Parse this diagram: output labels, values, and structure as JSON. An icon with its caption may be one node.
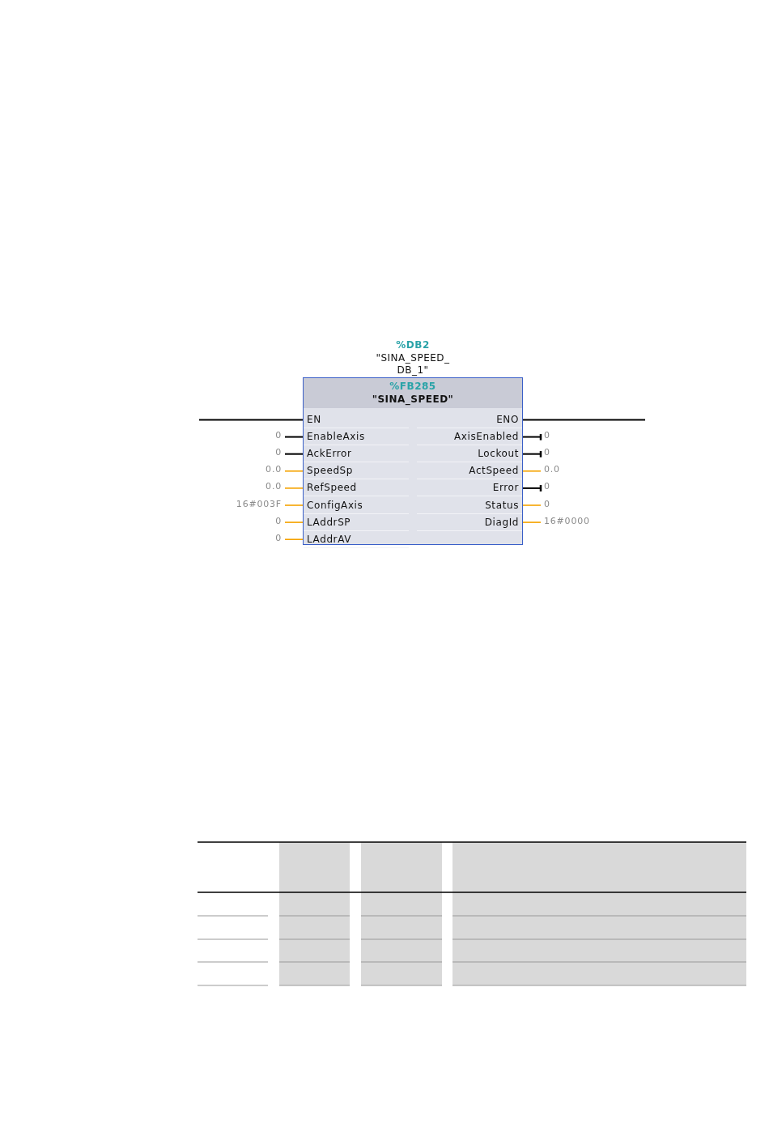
{
  "diagram": {
    "nodes": [
      {
        "text": [
          "%DB2",
          "\"SINA_SPEED_ DB_1\"",
          "%FB285",
          "\"SINA_SPEED\""
        ]
      },
      {
        "text": [
          "EN"
        ],
        "in": 0
      },
      {
        "text": [
          "ENO"
        ],
        "in": 0
      },
      {
        "text": [
          "0"
        ]
      },
      {
        "text": [
          "EnableAxis"
        ],
        "in": 0
      },
      {
        "text": [
          "AxisEnabled"
        ],
        "in": 0
      },
      {
        "text": [
          "0"
        ]
      },
      {
        "text": [
          "0"
        ]
      },
      {
        "text": [
          "AckError"
        ],
        "in": 0
      },
      {
        "text": [
          "Lockout"
        ],
        "in": 0
      },
      {
        "text": [
          "0"
        ]
      },
      {
        "text": [
          "0.0"
        ]
      },
      {
        "text": [
          "SpeedSp"
        ],
        "in": 0
      },
      {
        "text": [
          "ActSpeed"
        ],
        "in": 0
      },
      {
        "text": [
          "0.0"
        ]
      },
      {
        "text": [
          "0.0"
        ]
      },
      {
        "text": [
          "RefSpeed"
        ],
        "in": 0
      },
      {
        "text": [
          "Error"
        ],
        "in": 0
      },
      {
        "text": [
          "0"
        ]
      },
      {
        "text": [
          "16#003F"
        ]
      },
      {
        "text": [
          "ConfigAxis"
        ],
        "in": 0
      },
      {
        "text": [
          "Status"
        ],
        "in": 0
      },
      {
        "text": [
          "0"
        ]
      },
      {
        "text": [
          "0"
        ]
      },
      {
        "text": [
          "LAddrSP"
        ],
        "in": 0
      },
      {
        "text": [
          "DiagId"
        ],
        "in": 0
      },
      {
        "text": [
          "16#0000"
        ]
      },
      {
        "text": [
          "0"
        ]
      },
      {
        "text": [
          "LAddrAV"
        ],
        "in": 0
      }
    ],
    "edges": [
      {
        "from": null,
        "to": 1,
        "arrow": "none",
        "color": "#000000"
      },
      {
        "from": 2,
        "to": null,
        "arrow": "none",
        "color": "#000000"
      },
      {
        "from": 3,
        "to": 4,
        "arrow": "none",
        "color": "#000000"
      },
      {
        "from": 5,
        "to": 6,
        "arrow": "other",
        "color": "#000000"
      },
      {
        "from": 7,
        "to": 8,
        "arrow": "none",
        "color": "#000000"
      },
      {
        "from": 9,
        "to": 10,
        "arrow": "other",
        "color": "#000000"
      },
      {
        "from": 11,
        "to": 12,
        "arrow": "none"
      },
      {
        "from": 13,
        "to": 14,
        "arrow": "none"
      },
      {
        "from": 15,
        "to": 16,
        "arrow": "none"
      },
      {
        "from": 17,
        "to": 18,
        "arrow": "other",
        "color": "#000000"
      },
      {
        "from": 19,
        "to": 20,
        "arrow": "none"
      },
      {
        "from": 21,
        "to": 22,
        "arrow": "none"
      },
      {
        "from": 23,
        "to": 24,
        "arrow": "none"
      },
      {
        "from": 25,
        "to": 26,
        "arrow": "none"
      },
      {
        "from": 27,
        "to": 28,
        "arrow": "none"
      }
    ]
  }
}
